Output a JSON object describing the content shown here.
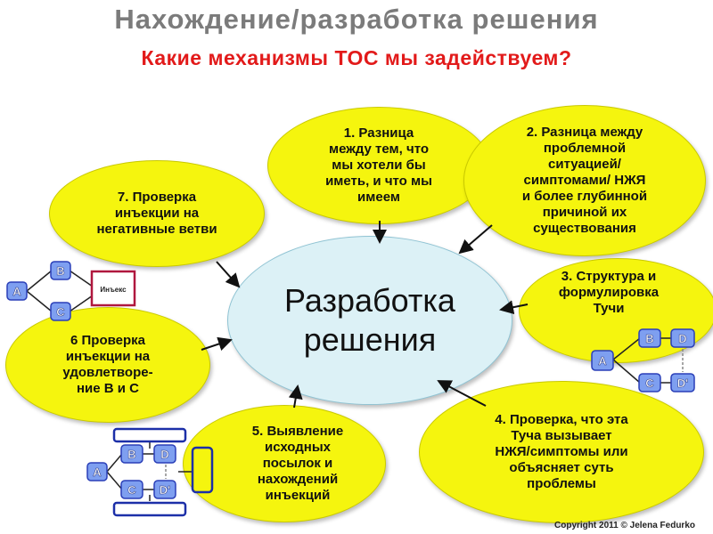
{
  "title": "Нахождение/разработка решения",
  "subtitle": "Какие механизмы ТОС мы задействуем?",
  "center": "Разработка\nрешения",
  "nodes": {
    "n1": "1. Разница\nмежду тем, что\nмы хотели бы\nиметь, и что мы\nимеем",
    "n2": "2. Разница между\nпроблемной\nситуацией/\nсимптомами/ НЖЯ\nи более глубинной\nпричиной их\nсуществования",
    "n3": "3. Структура и\nформулировка\nТучи",
    "n4": "4. Проверка, что эта\nТуча вызывает\nНЖЯ/симптомы или\nобъясняет суть\nпроблемы",
    "n5": "5. Выявление\nисходных\nпосылок и\nнахождений\nинъекций",
    "n6": "6 Проверка\nинъекции на\nудовлетворе-\nние В и С",
    "n7": "7. Проверка\nинъекции на\nнегативные ветви"
  },
  "cloud_labels": {
    "a": "A",
    "b": "B",
    "c": "C",
    "d": "D",
    "d2": "D'",
    "injection": "Инъекс"
  },
  "copyright": "Copyright 2011 © Jelena Fedurko",
  "colors": {
    "ellipse": "#f5f50e",
    "center": "#dcf1f6",
    "title": "#7b7b7b",
    "subtitle": "#e21a1a",
    "box": "#7e9ff0"
  }
}
